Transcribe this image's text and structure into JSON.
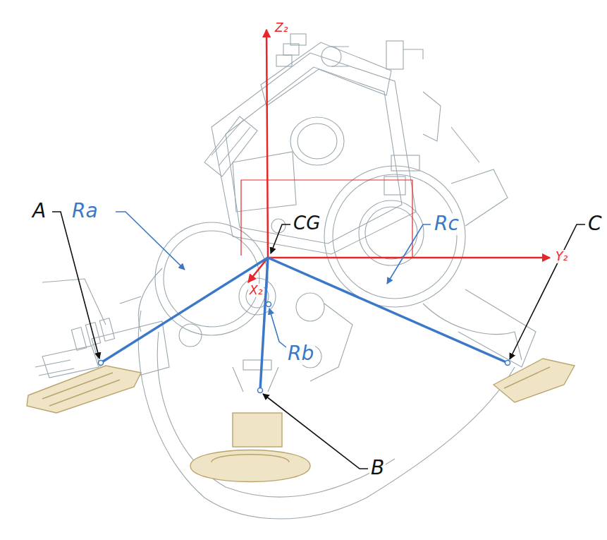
{
  "diagram": {
    "labels": [
      "Z₂",
      "A",
      "Ra",
      "CG",
      "Rc",
      "C",
      "X₂",
      "Y₂",
      "Rb",
      "B"
    ]
  }
}
